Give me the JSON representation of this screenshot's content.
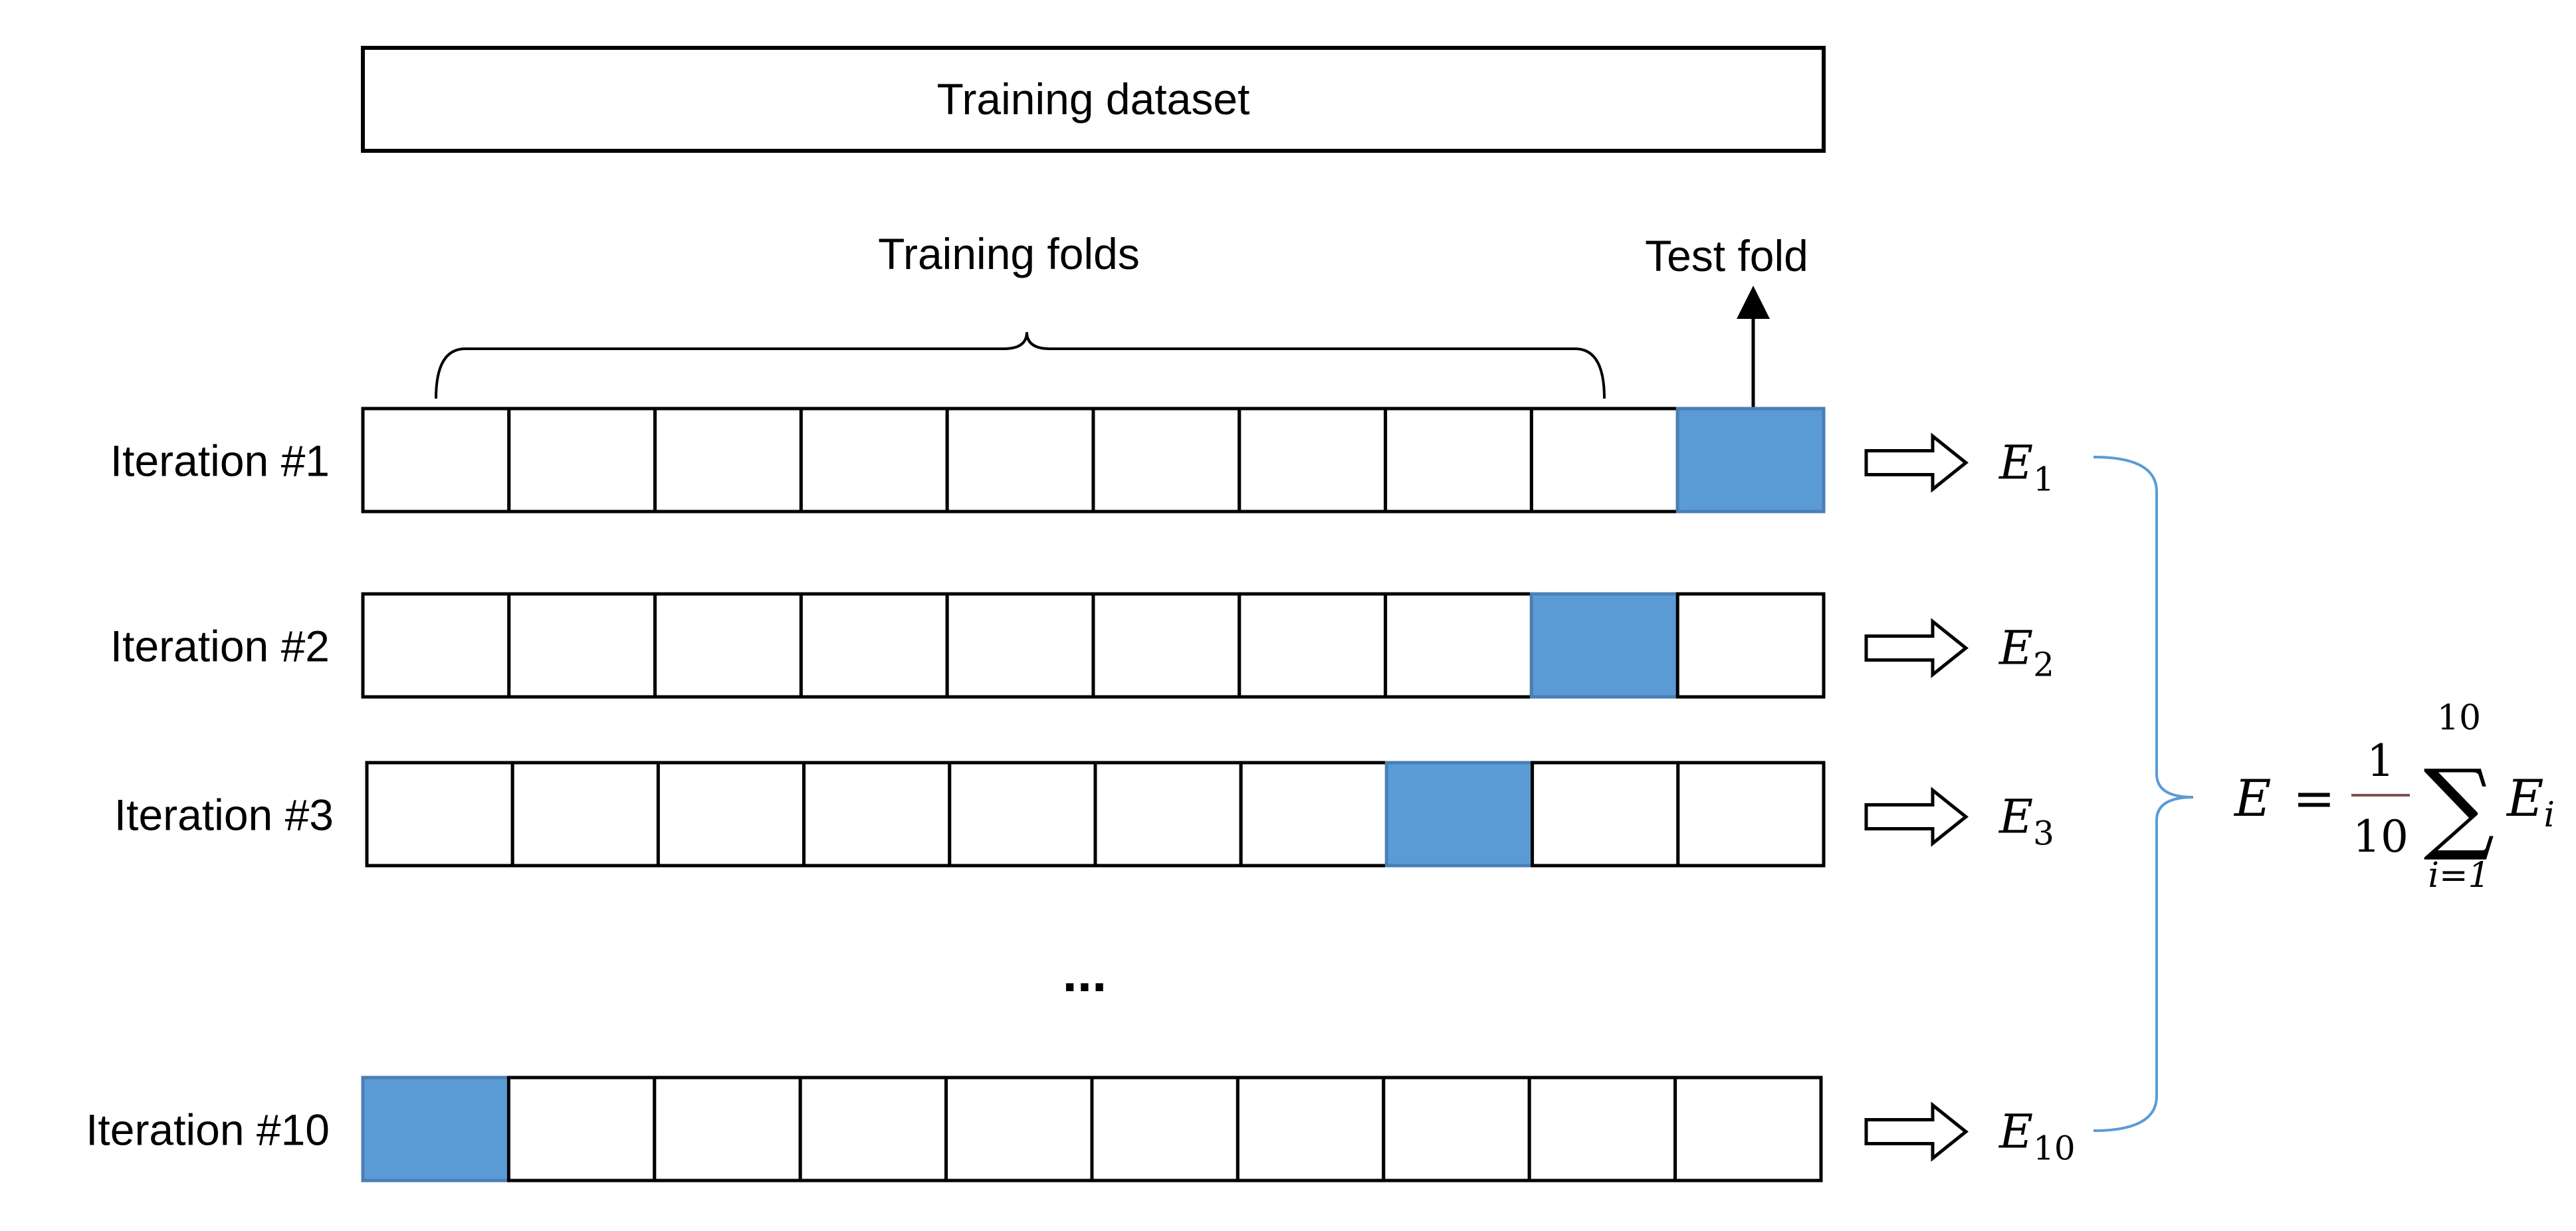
{
  "dataset_label": "Training dataset",
  "training_folds_label": "Training folds",
  "test_fold_label": "Test fold",
  "ellipsis": "...",
  "fold_count": 10,
  "colors": {
    "test_fold": "#5b9bd5",
    "stroke": "#000000",
    "brace_right": "#5b9bd5"
  },
  "iterations": [
    {
      "label": "Iteration #1",
      "test_fold": 10,
      "error_base": "E",
      "error_sub": "1"
    },
    {
      "label": "Iteration #2",
      "test_fold": 9,
      "error_base": "E",
      "error_sub": "2"
    },
    {
      "label": "Iteration #3",
      "test_fold": 8,
      "error_base": "E",
      "error_sub": "3"
    },
    {
      "label": "Iteration #10",
      "test_fold": 1,
      "error_base": "E",
      "error_sub": "10"
    }
  ],
  "formula": {
    "lhs": "E",
    "equals": "=",
    "numerator": "1",
    "denominator": "10",
    "sum_symbol": "∑",
    "upper": "10",
    "lower": "i=1",
    "term_base": "E",
    "term_sub": "i"
  }
}
